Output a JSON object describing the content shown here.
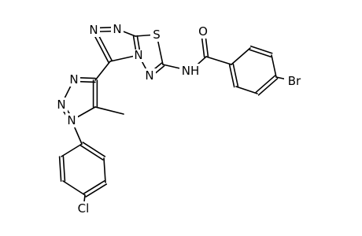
{
  "molecule": {
    "atoms": {
      "n_triazole_a": "N",
      "n_triazole_b": "N",
      "s_thiadiazole": "S",
      "n_bridge": "N",
      "n_thiadiazole": "N",
      "nh_amide": "NH",
      "o_carbonyl": "O",
      "br": "Br",
      "n_tri2_a": "N",
      "n_tri2_b": "N",
      "n_tri2_c": "N",
      "methyl": "",
      "cl": "Cl"
    },
    "colors": {
      "bond": "#000000",
      "label": "#000000",
      "background": "#ffffff"
    }
  }
}
